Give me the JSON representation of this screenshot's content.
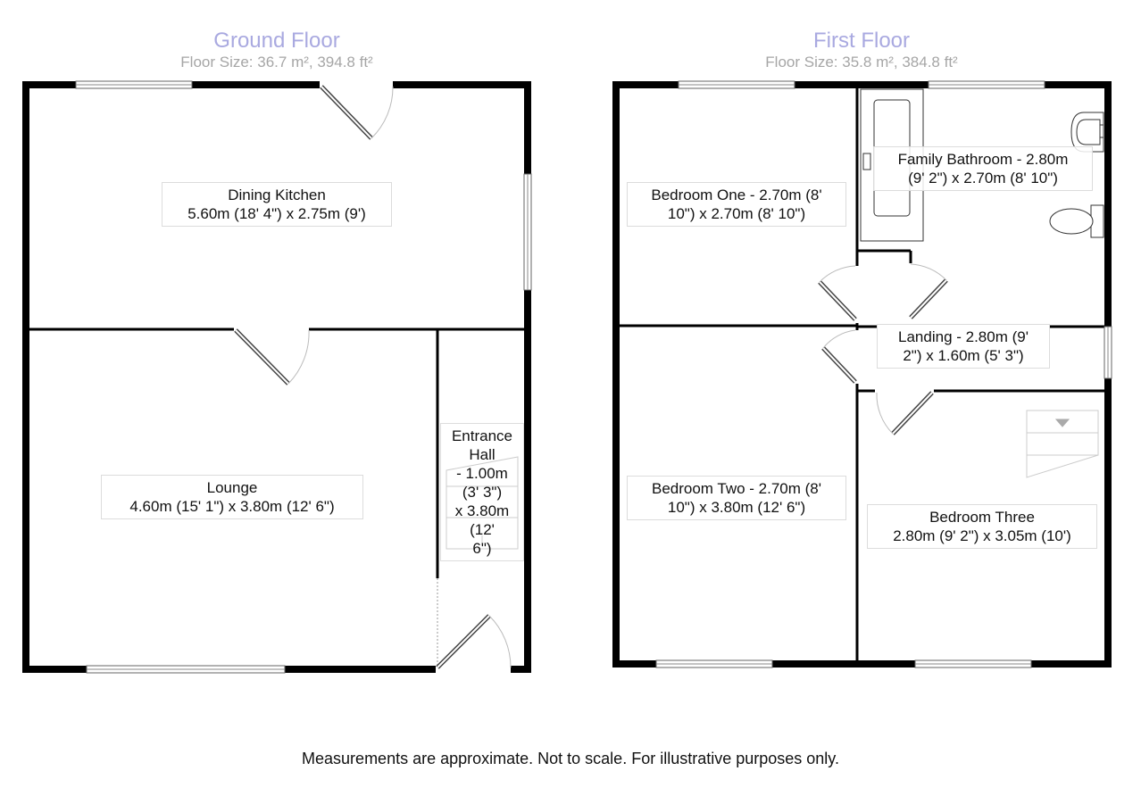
{
  "ground_floor": {
    "title": "Ground Floor",
    "size": "Floor Size: 36.7 m², 394.8 ft²",
    "rooms": {
      "dining_kitchen": {
        "name": "Dining Kitchen",
        "dims": "5.60m (18' 4\") x 2.75m (9')"
      },
      "lounge": {
        "name": "Lounge",
        "dims": "4.60m (15' 1\") x 3.80m (12' 6\")"
      },
      "entrance_hall": {
        "lines": [
          "Entrance",
          "Hall",
          "- 1.00m",
          "(3' 3\")",
          "x 3.80m",
          "(12'",
          "6\")"
        ]
      }
    }
  },
  "first_floor": {
    "title": "First Floor",
    "size": "Floor Size: 35.8 m², 384.8 ft²",
    "rooms": {
      "bedroom_one": {
        "lines": [
          "Bedroom One - 2.70m (8'",
          "10\") x 2.70m (8' 10\")"
        ]
      },
      "family_bathroom": {
        "lines": [
          "Family Bathroom - 2.80m",
          "(9' 2\") x 2.70m (8' 10\")"
        ]
      },
      "landing": {
        "lines": [
          "Landing - 2.80m (9'",
          "2\") x 1.60m (5' 3\")"
        ]
      },
      "bedroom_two": {
        "lines": [
          "Bedroom Two - 2.70m (8'",
          "10\") x 3.80m (12' 6\")"
        ]
      },
      "bedroom_three": {
        "name": "Bedroom Three",
        "dims": "2.80m (9' 2\") x 3.05m (10')"
      }
    }
  },
  "footer": "Measurements are approximate. Not to scale. For illustrative purposes only."
}
